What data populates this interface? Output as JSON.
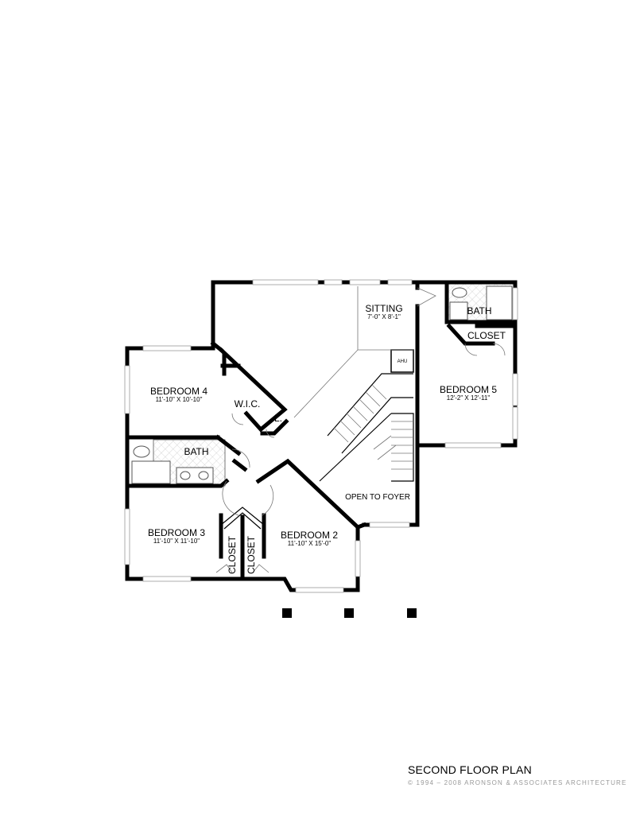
{
  "plan": {
    "title": "SECOND FLOOR PLAN",
    "copyright": "© 1994 – 2008 ARONSON & ASSOCIATES ARCHITECTURE"
  },
  "rooms": {
    "sitting": {
      "name": "SITTING",
      "size": "7'-0\" X 8'-1\""
    },
    "bath_top": {
      "name": "BATH"
    },
    "closet_top": {
      "name": "CLOSET"
    },
    "ahu": {
      "name": "AHU"
    },
    "bedroom5": {
      "name": "BEDROOM 5",
      "size": "12'-2\" X 12'-11\""
    },
    "bedroom4": {
      "name": "BEDROOM 4",
      "size": "11'-10\" X 10'-10\""
    },
    "wic": {
      "name": "W.I.C."
    },
    "linen": {
      "name": "L."
    },
    "bath_left": {
      "name": "BATH"
    },
    "open_foyer": {
      "name": "OPEN TO FOYER"
    },
    "bedroom3": {
      "name": "BEDROOM 3",
      "size": "11'-10\" X 11'-10\""
    },
    "bedroom2": {
      "name": "BEDROOM 2",
      "size": "11'-10\" X 15'-0\""
    },
    "closet_a": {
      "name": "CLOSET"
    },
    "closet_b": {
      "name": "CLOSET"
    }
  }
}
